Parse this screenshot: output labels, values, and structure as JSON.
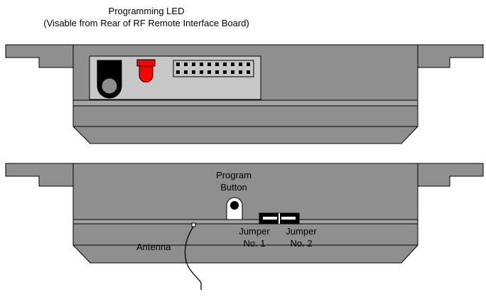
{
  "top_view": {
    "led_label_line1": "Programming LED",
    "led_label_line2": "(Visable from Rear of RF Remote Interface Board)"
  },
  "bottom_view": {
    "program_button_line1": "Program",
    "program_button_line2": "Button",
    "jumper1_line1": "Jumper",
    "jumper1_line2": "No. 1",
    "jumper2_line1": "Jumper",
    "jumper2_line2": "No. 2",
    "antenna_label": "Antenna"
  },
  "colors": {
    "housing": "#8f8f8f",
    "housing_light": "#a3a3a3",
    "board": "#c7c7c7",
    "led": "#ff0000",
    "jack": "#000000",
    "jack_inner": "#8c8c8c"
  }
}
